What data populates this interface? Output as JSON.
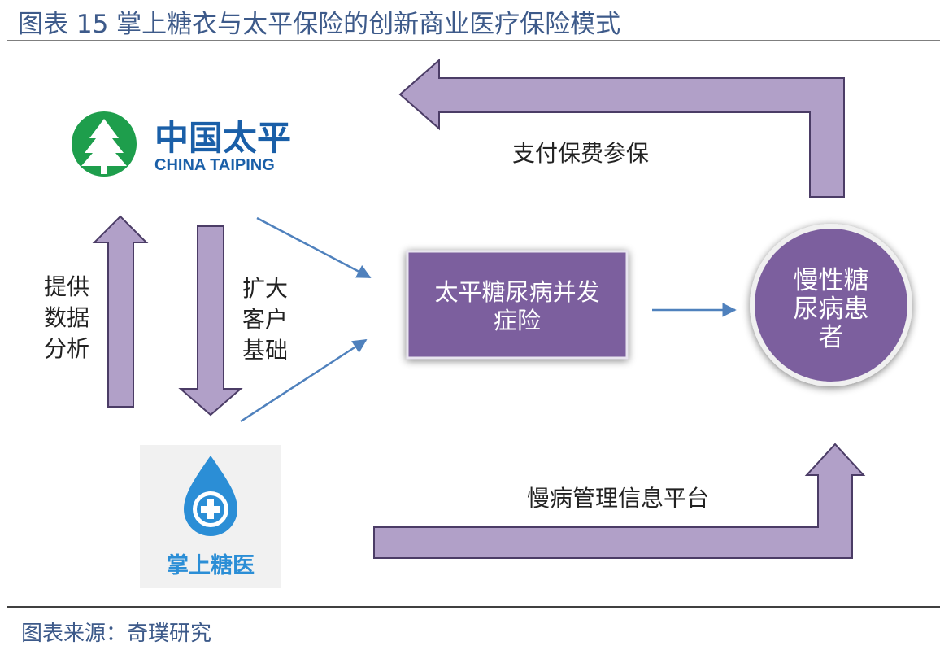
{
  "title": "图表  15 掌上糖衣与太平保险的创新商业医疗保险模式",
  "source": "图表来源：奇璞研究",
  "logos": {
    "taiping_cn": "中国太平",
    "taiping_en": "CHINA TAIPING",
    "tangyi": "掌上糖医"
  },
  "labels": {
    "payment": "支付保费参保",
    "platform": "慢病管理信息平台",
    "provide_data": [
      "提供",
      "数据",
      "分析"
    ],
    "expand_customers": [
      "扩大",
      "客户",
      "基础"
    ]
  },
  "product_box": [
    "太平糖尿病并发",
    "症险"
  ],
  "patients": [
    "慢性糖",
    "尿病患",
    "者"
  ],
  "colors": {
    "arrow_fill": "#b1a0c8",
    "arrow_stroke": "#4b3c66",
    "box_fill": "#7b5e9e",
    "line_arrow": "#4f81bd",
    "taiping_green": "#1e9e4c",
    "taiping_blue": "#1a5fa8",
    "drop_blue": "#2b8ed6"
  }
}
